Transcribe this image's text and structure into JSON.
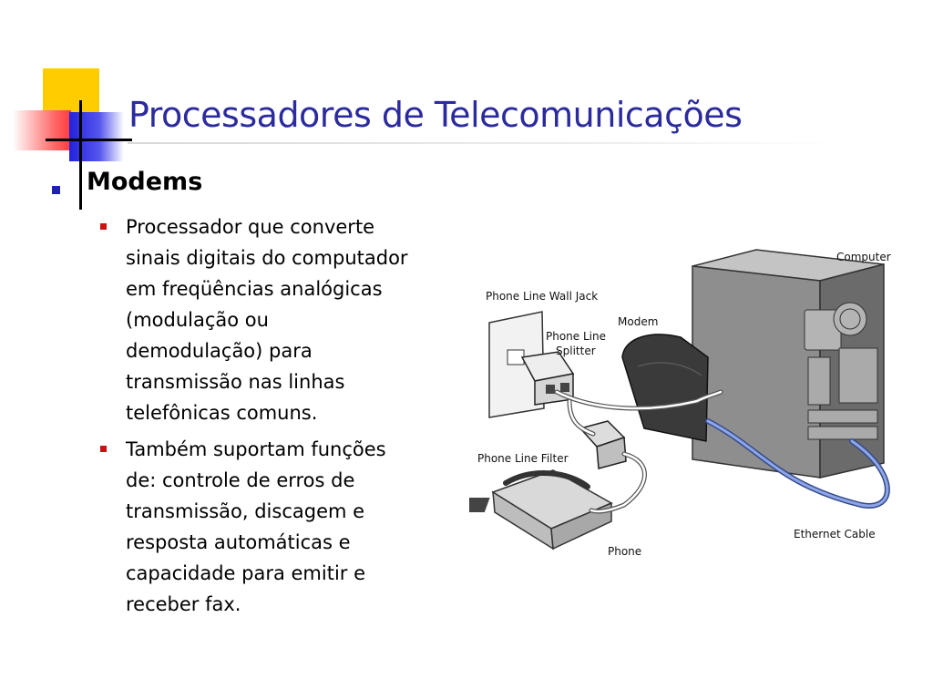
{
  "slide": {
    "title": "Processadores de Telecomunicações",
    "heading": "Modems",
    "bullets": [
      {
        "lines": [
          "Processador que converte",
          "sinais digitais do computador",
          "em freqüências analógicas",
          "(modulação  ou",
          "demodulação) para",
          "transmissão nas linhas",
          "telefônicas comuns."
        ]
      },
      {
        "lines": [
          "Também suportam funções",
          "de: controle de erros de",
          "transmissão, discagem e",
          "resposta automáticas e",
          "capacidade para emitir e",
          "receber fax."
        ]
      }
    ]
  },
  "diagram": {
    "labels": {
      "computer": "Computer",
      "wall_jack": "Phone Line Wall Jack",
      "modem": "Modem",
      "splitter_1": "Phone Line",
      "splitter_2": "Splitter",
      "filter": "Phone Line Filter",
      "ethernet": "Ethernet Cable",
      "phone": "Phone"
    }
  },
  "colors": {
    "title": "#2b2b9e",
    "bullet_l1": "#1f1fbf",
    "bullet_l2": "#cc1111"
  }
}
